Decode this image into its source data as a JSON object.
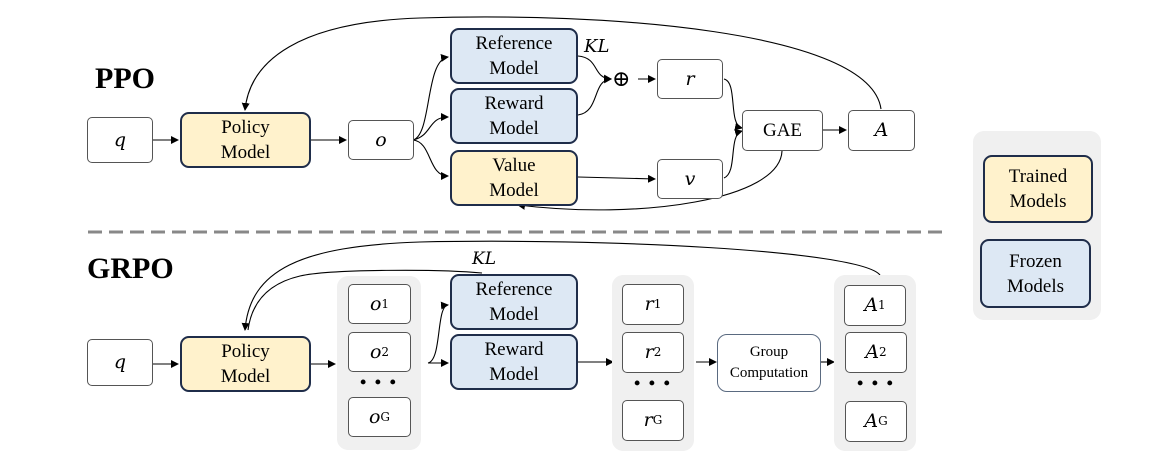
{
  "ppo": {
    "title": "PPO",
    "q": "q",
    "policy": "Policy\nModel",
    "o": "o",
    "reference": "Reference\nModel",
    "reward": "Reward\nModel",
    "value": "Value\nModel",
    "kl": "KL",
    "plus": "⊕",
    "r": "r",
    "v": "v",
    "gae": "GAE",
    "a": "A"
  },
  "grpo": {
    "title": "GRPO",
    "q": "q",
    "policy": "Policy\nModel",
    "kl": "KL",
    "reference": "Reference\nModel",
    "reward": "Reward\nModel",
    "group_computation": "Group\nComputation",
    "outputs": [
      {
        "base": "o",
        "sub": "1"
      },
      {
        "base": "o",
        "sub": "2"
      },
      {
        "base": "o",
        "sub": "G"
      }
    ],
    "rewards": [
      {
        "base": "r",
        "sub": "1"
      },
      {
        "base": "r",
        "sub": "2"
      },
      {
        "base": "r",
        "sub": "G"
      }
    ],
    "advantages": [
      {
        "base": "A",
        "sub": "1"
      },
      {
        "base": "A",
        "sub": "2"
      },
      {
        "base": "A",
        "sub": "G"
      }
    ],
    "ellipsis": "• • •"
  },
  "legend": {
    "trained": "Trained\nModels",
    "frozen": "Frozen\nModels"
  },
  "colors": {
    "trained_fill": "#fff2cc",
    "frozen_fill": "#dde8f4",
    "border": "#1f2d4a",
    "group_bg": "#f0f0f0"
  }
}
